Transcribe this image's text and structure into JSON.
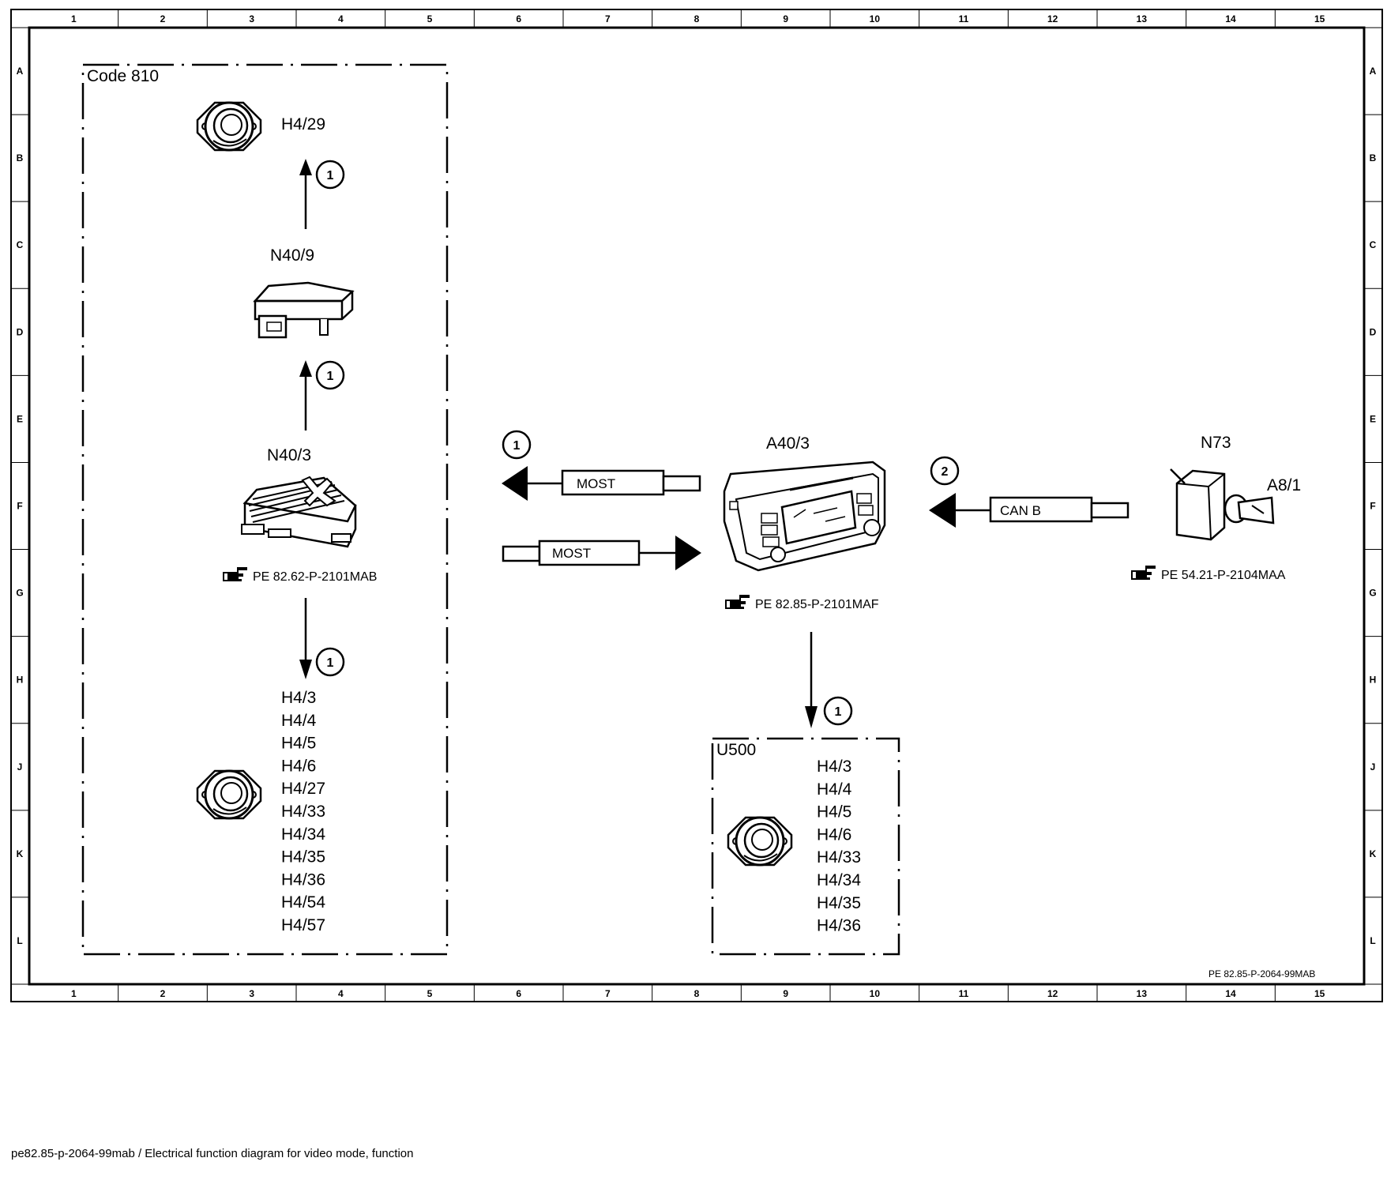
{
  "grid": {
    "columns": [
      "1",
      "2",
      "3",
      "4",
      "5",
      "6",
      "7",
      "8",
      "9",
      "10",
      "11",
      "12",
      "13",
      "14",
      "15"
    ],
    "rows": [
      "A",
      "B",
      "C",
      "D",
      "E",
      "F",
      "G",
      "H",
      "J",
      "K",
      "L"
    ]
  },
  "code_box": {
    "title": "Code 810"
  },
  "components": {
    "h4_29": "H4/29",
    "n40_9": "N40/9",
    "n40_3": "N40/3",
    "a40_3": "A40/3",
    "n73": "N73",
    "a8_1": "A8/1"
  },
  "references": {
    "n40_3_ref": "PE 82.62-P-2101MAB",
    "a40_3_ref": "PE 82.85-P-2101MAF",
    "n73_ref": "PE 54.21-P-2104MAA",
    "sheet_ref": "PE 82.85-P-2064-99MAB"
  },
  "connections": {
    "most_out": "MOST",
    "most_in": "MOST",
    "can_b": "CAN B"
  },
  "markers": {
    "n40_9_to_h4_29": "1",
    "n40_3_to_n40_9": "1",
    "n40_3_to_speakers": "1",
    "most": "1",
    "can_b": "2",
    "a40_3_to_u500": "1"
  },
  "code_810_speakers": [
    "H4/3",
    "H4/4",
    "H4/5",
    "H4/6",
    "H4/27",
    "H4/33",
    "H4/34",
    "H4/35",
    "H4/36",
    "H4/54",
    "H4/57"
  ],
  "u500_box": {
    "title": "U500",
    "speakers": [
      "H4/3",
      "H4/4",
      "H4/5",
      "H4/6",
      "H4/33",
      "H4/34",
      "H4/35",
      "H4/36"
    ]
  },
  "caption": "pe82.85-p-2064-99mab / Electrical function diagram for video mode, function"
}
